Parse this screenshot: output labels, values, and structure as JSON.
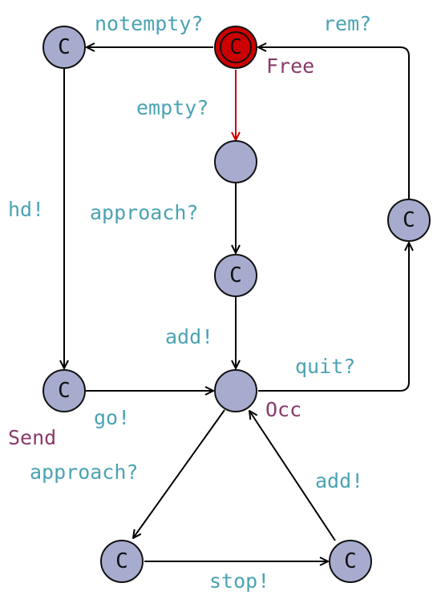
{
  "colors": {
    "state_fill": "#a7accf",
    "state_stroke": "#111111",
    "initial_fill": "#cc0000",
    "edge": "#000000",
    "initial_edge": "#cc0000",
    "label": "#4aa3b3",
    "state_name": "#8a3a6a",
    "mark": "#111111"
  },
  "states": [
    {
      "id": "free",
      "name": "Free",
      "mark": "C",
      "initial": true
    },
    {
      "id": "n1",
      "name": "",
      "mark": "C"
    },
    {
      "id": "empty_target",
      "name": "",
      "mark": ""
    },
    {
      "id": "after_approach",
      "name": "",
      "mark": "C"
    },
    {
      "id": "occ",
      "name": "Occ",
      "mark": ""
    },
    {
      "id": "send",
      "name": "Send",
      "mark": "C"
    },
    {
      "id": "right",
      "name": "",
      "mark": "C"
    },
    {
      "id": "bottom_left",
      "name": "",
      "mark": "C"
    },
    {
      "id": "bottom_right",
      "name": "",
      "mark": "C"
    }
  ],
  "transitions": [
    {
      "id": "t_notempty",
      "from": "free",
      "to": "n1",
      "label": "notempty?"
    },
    {
      "id": "t_empty",
      "from": "free",
      "to": "empty_target",
      "label": "empty?"
    },
    {
      "id": "t_rem",
      "from": "right",
      "to": "free",
      "label": "rem?"
    },
    {
      "id": "t_hd",
      "from": "n1",
      "to": "send",
      "label": "hd!"
    },
    {
      "id": "t_approach1",
      "from": "empty_target",
      "to": "after_approach",
      "label": "approach?"
    },
    {
      "id": "t_add1",
      "from": "after_approach",
      "to": "occ",
      "label": "add!"
    },
    {
      "id": "t_go",
      "from": "send",
      "to": "occ",
      "label": "go!"
    },
    {
      "id": "t_quit",
      "from": "occ",
      "to": "right",
      "label": "quit?"
    },
    {
      "id": "t_approach2",
      "from": "occ",
      "to": "bottom_left",
      "label": "approach?"
    },
    {
      "id": "t_stop",
      "from": "bottom_left",
      "to": "bottom_right",
      "label": "stop!"
    },
    {
      "id": "t_add2",
      "from": "bottom_right",
      "to": "occ",
      "label": "add!"
    }
  ]
}
